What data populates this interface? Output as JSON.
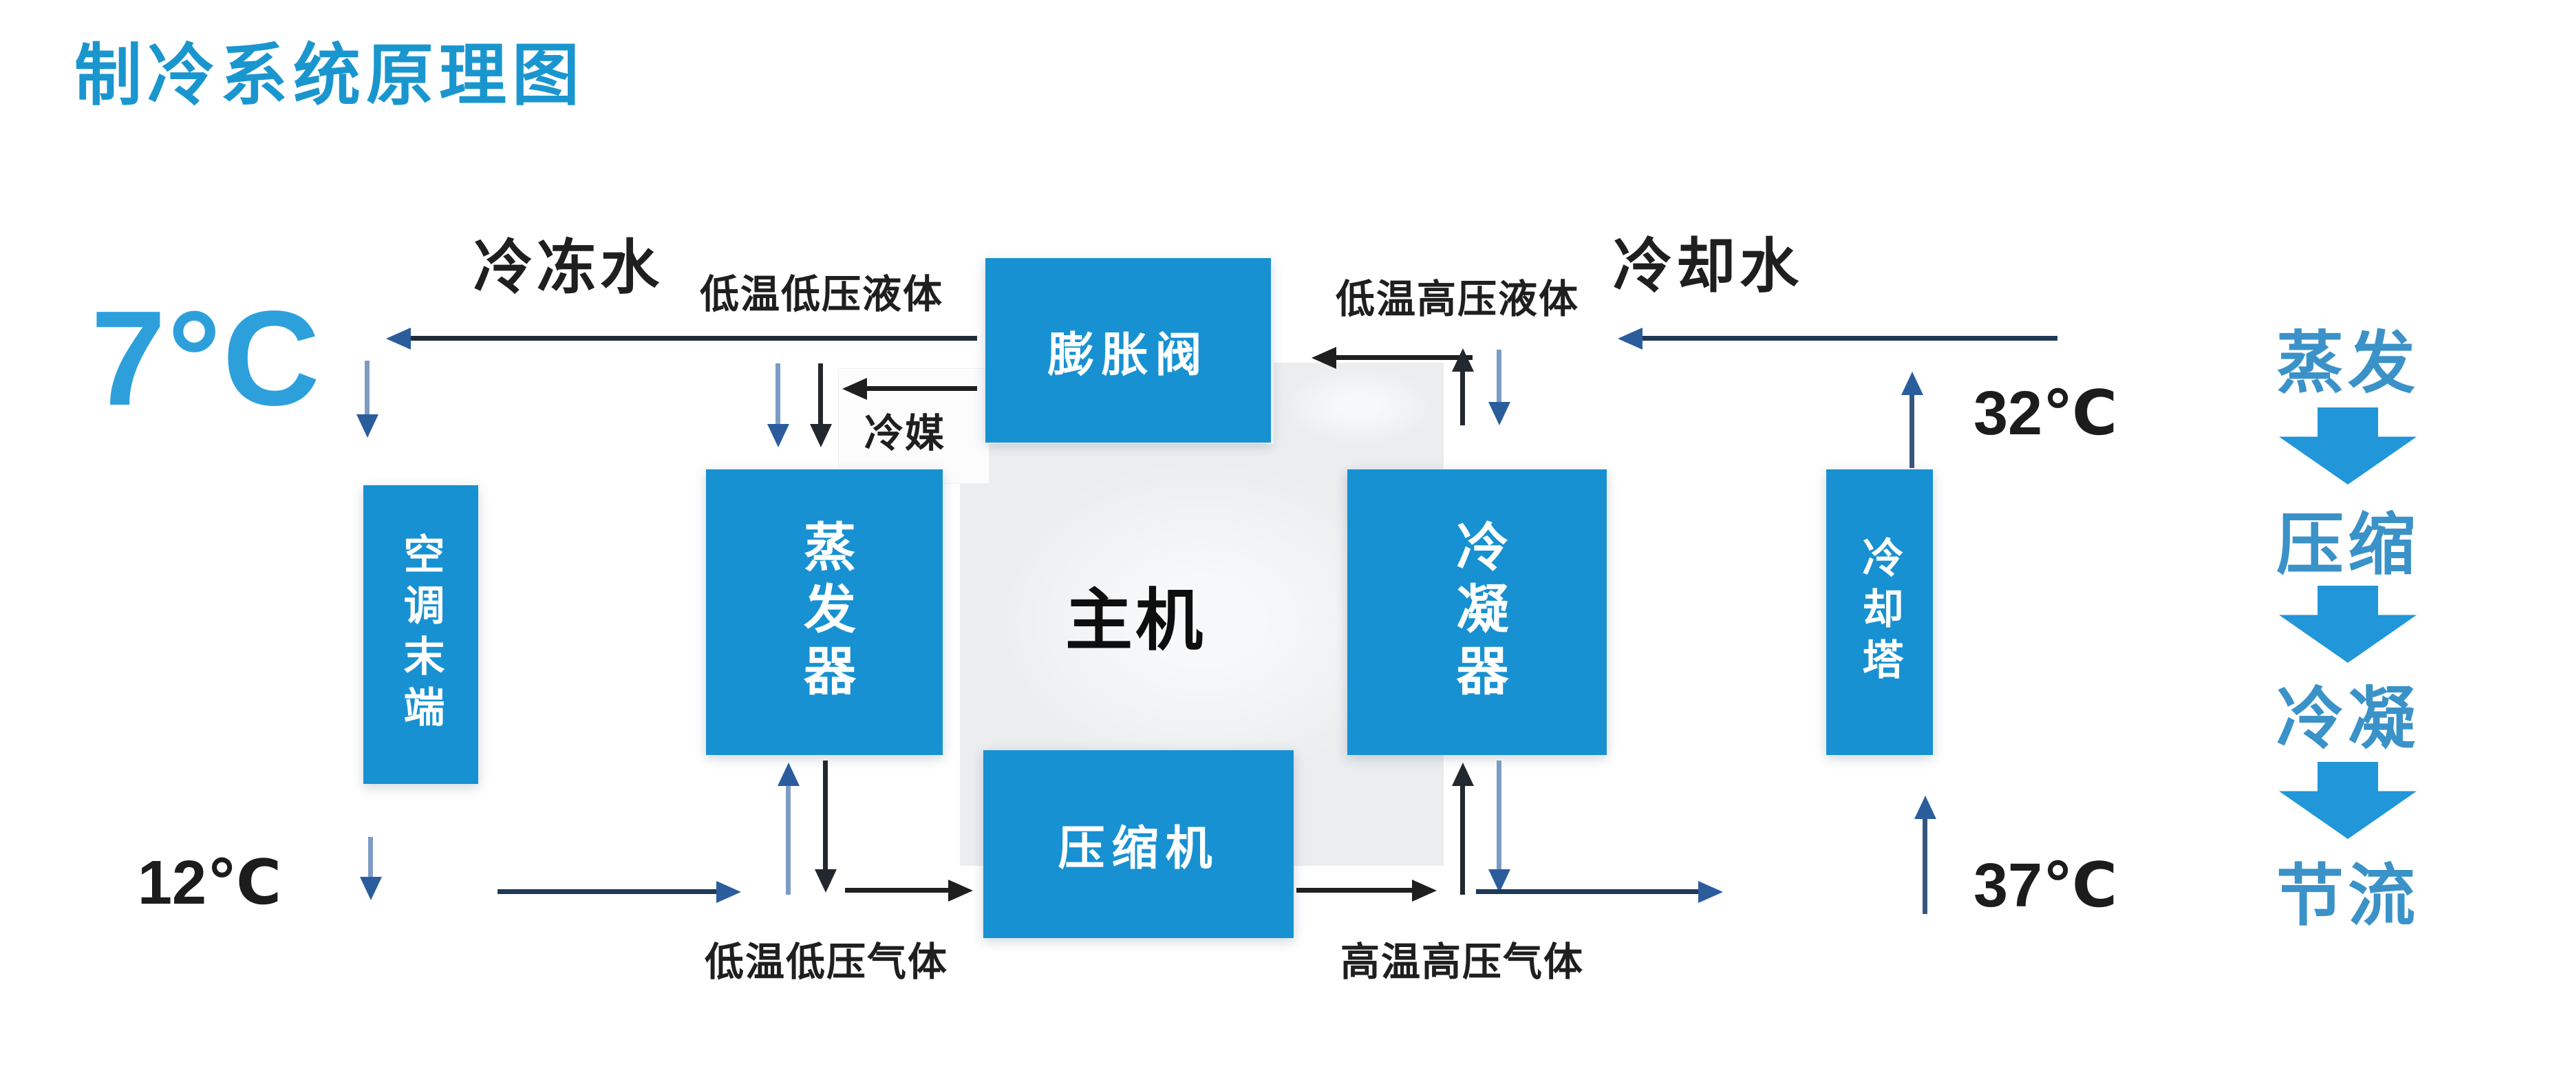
{
  "title": "制冷系统原理图",
  "diagram": {
    "labels": {
      "chilled_water": "冷冻水",
      "cooling_water": "冷却水",
      "low_temp_low_pressure_liquid": "低温低压液体",
      "low_temp_high_pressure_liquid": "低温高压液体",
      "refrigerant": "冷媒",
      "low_temp_low_pressure_gas": "低温低压气体",
      "high_temp_high_pressure_gas": "高温高压气体"
    },
    "temperatures": {
      "chilled_supply": "7°C",
      "chilled_return": "12℃",
      "cooling_inlet": "32℃",
      "cooling_outlet": "37℃"
    },
    "components": {
      "ac_terminal": "空调末端",
      "expansion_valve": "膨胀阀",
      "evaporator": "蒸发器",
      "main_unit": "主机",
      "compressor": "压缩机",
      "condenser": "冷凝器",
      "cooling_tower": "冷却塔"
    },
    "process_steps": [
      {
        "label": "蒸发"
      },
      {
        "label": "压缩"
      },
      {
        "label": "冷凝"
      },
      {
        "label": "节流"
      }
    ]
  },
  "colors": {
    "primary_blue": "#1791d2",
    "title_blue": "#1a96cf",
    "process_text_blue": "#3a92c8",
    "process_arrow_blue": "#2196d8",
    "supply_temp_blue": "#2da0dc",
    "arrow_black": "#1f1f1f",
    "arrow_navy": "#203a56",
    "arrow_steel_blue": "#7d9cc4",
    "arrow_blue_head": "#2b5d9d"
  }
}
